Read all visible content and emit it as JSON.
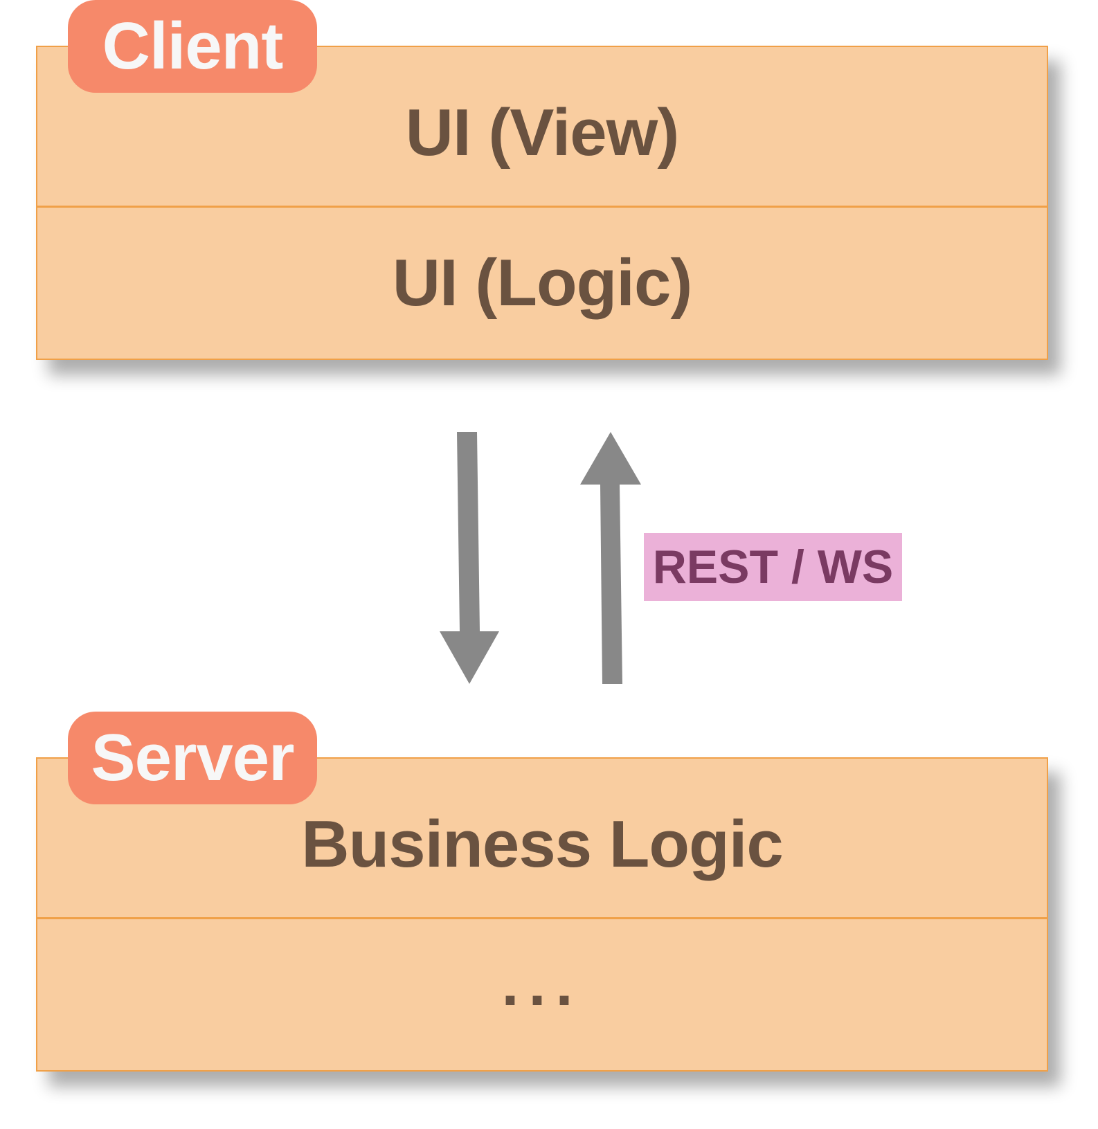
{
  "client": {
    "label": "Client",
    "layers": [
      "UI (View)",
      "UI (Logic)"
    ]
  },
  "server": {
    "label": "Server",
    "layers": [
      "Business Logic",
      "..."
    ]
  },
  "connection": {
    "label": "REST / WS",
    "arrows": [
      "down-arrow",
      "up-arrow"
    ]
  },
  "colors": {
    "layer_fill": "#f9cda0",
    "layer_border": "#f0a048",
    "badge_fill": "#f6896a",
    "badge_text": "#f7f7f7",
    "layer_text": "#6a5240",
    "arrow": "#888888",
    "protocol_fill": "#ebb1d8",
    "protocol_text": "#7a3a62"
  }
}
